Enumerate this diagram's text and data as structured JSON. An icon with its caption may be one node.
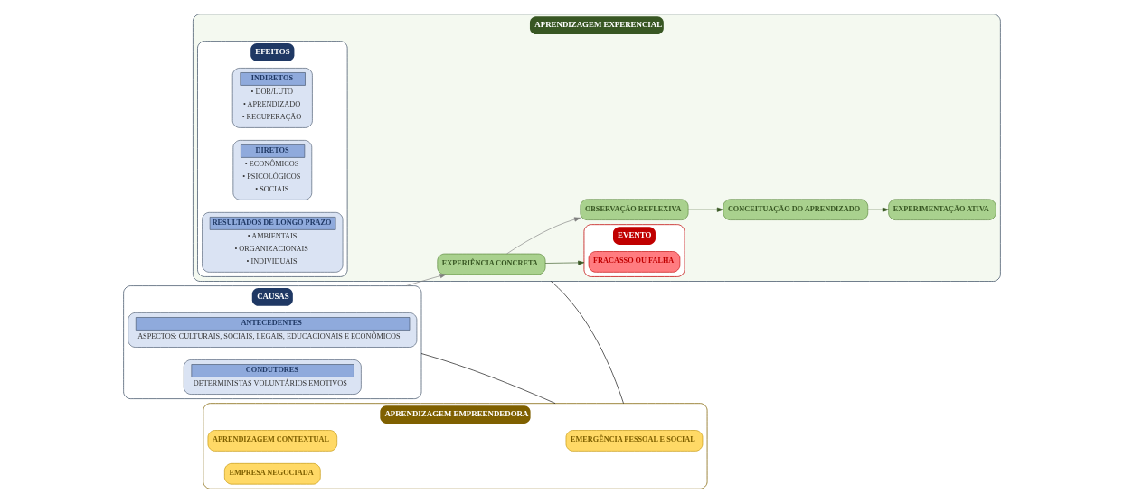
{
  "diagram": {
    "nodes": [
      {
        "text": [
          "CAUSAS"
        ]
      },
      {
        "text": [
          "ANTECEDENTES",
          "ASPECTOS: CULTURAIS, SOCIAIS, LEGAIS, EDUCACIONAIS E ECONÔMICOS"
        ],
        "in": 0
      },
      {
        "text": [
          "CONDUTORES",
          "DETERMINISTAS VOLUNTÁRIOS EMOTIVOS"
        ],
        "in": 0
      },
      {
        "text": [
          "APRENDIZAGEM EXPERENCIAL"
        ]
      },
      {
        "text": [
          "EXPERIÊNCIA CONCRETA"
        ],
        "in": 3
      },
      {
        "text": [
          "EVENTO"
        ],
        "in": 3
      },
      {
        "text": [
          "FRACASSO OU FALHA"
        ],
        "in": 5
      },
      {
        "text": [
          "OBSERVAÇÃO REFLEXIVA"
        ],
        "in": 3
      },
      {
        "text": [
          "CONCEITUAÇÃO DO APRENDIZADO"
        ],
        "in": 3
      },
      {
        "text": [
          "EXPERIMENTAÇÃO ATIVA"
        ],
        "in": 3
      },
      {
        "text": [
          "EFEITOS"
        ],
        "in": 3
      },
      {
        "text": [
          "INDIRETOS",
          "• DOR/LUTO",
          "• APRENDIZADO",
          "• RECUPERAÇÃO"
        ],
        "in": 10
      },
      {
        "text": [
          "DIRETOS",
          "• ECONÔMICOS",
          "• PSICOLÓGICOS",
          "• SOCIAIS"
        ],
        "in": 10
      },
      {
        "text": [
          "RESULTADOS DE LONGO PRAZO",
          "• AMBIENTAIS",
          "• ORGANIZACIONAIS",
          "• INDIVIDUAIS"
        ],
        "in": 10
      },
      {
        "text": [
          "APRENDIZAGEM EMPREENDEDORA"
        ]
      },
      {
        "text": [
          "EMERGÊNCIA PESSOAL E SOCIAL"
        ],
        "in": 14
      },
      {
        "text": [
          "APRENDIZAGEM CONTEXTUAL"
        ],
        "in": 14
      },
      {
        "text": [
          "EMPRESA NEGOCIADA"
        ],
        "in": 14
      }
    ],
    "edges": [
      {
        "from": 0,
        "to": 4,
        "arrow": "to",
        "color": "#7f7f7f"
      },
      {
        "from": 4,
        "to": 5,
        "arrow": "to",
        "color": "#385723"
      },
      {
        "from": 4,
        "to": 7,
        "arrow": "to",
        "color": "#7f7f7f"
      },
      {
        "from": 7,
        "to": 8,
        "arrow": "to",
        "color": "#385723"
      },
      {
        "from": 8,
        "to": 9,
        "arrow": "to",
        "color": "#385723"
      },
      {
        "from": 0,
        "to": 14,
        "arrow": "none"
      },
      {
        "from": 3,
        "to": 14,
        "arrow": "none"
      }
    ]
  }
}
